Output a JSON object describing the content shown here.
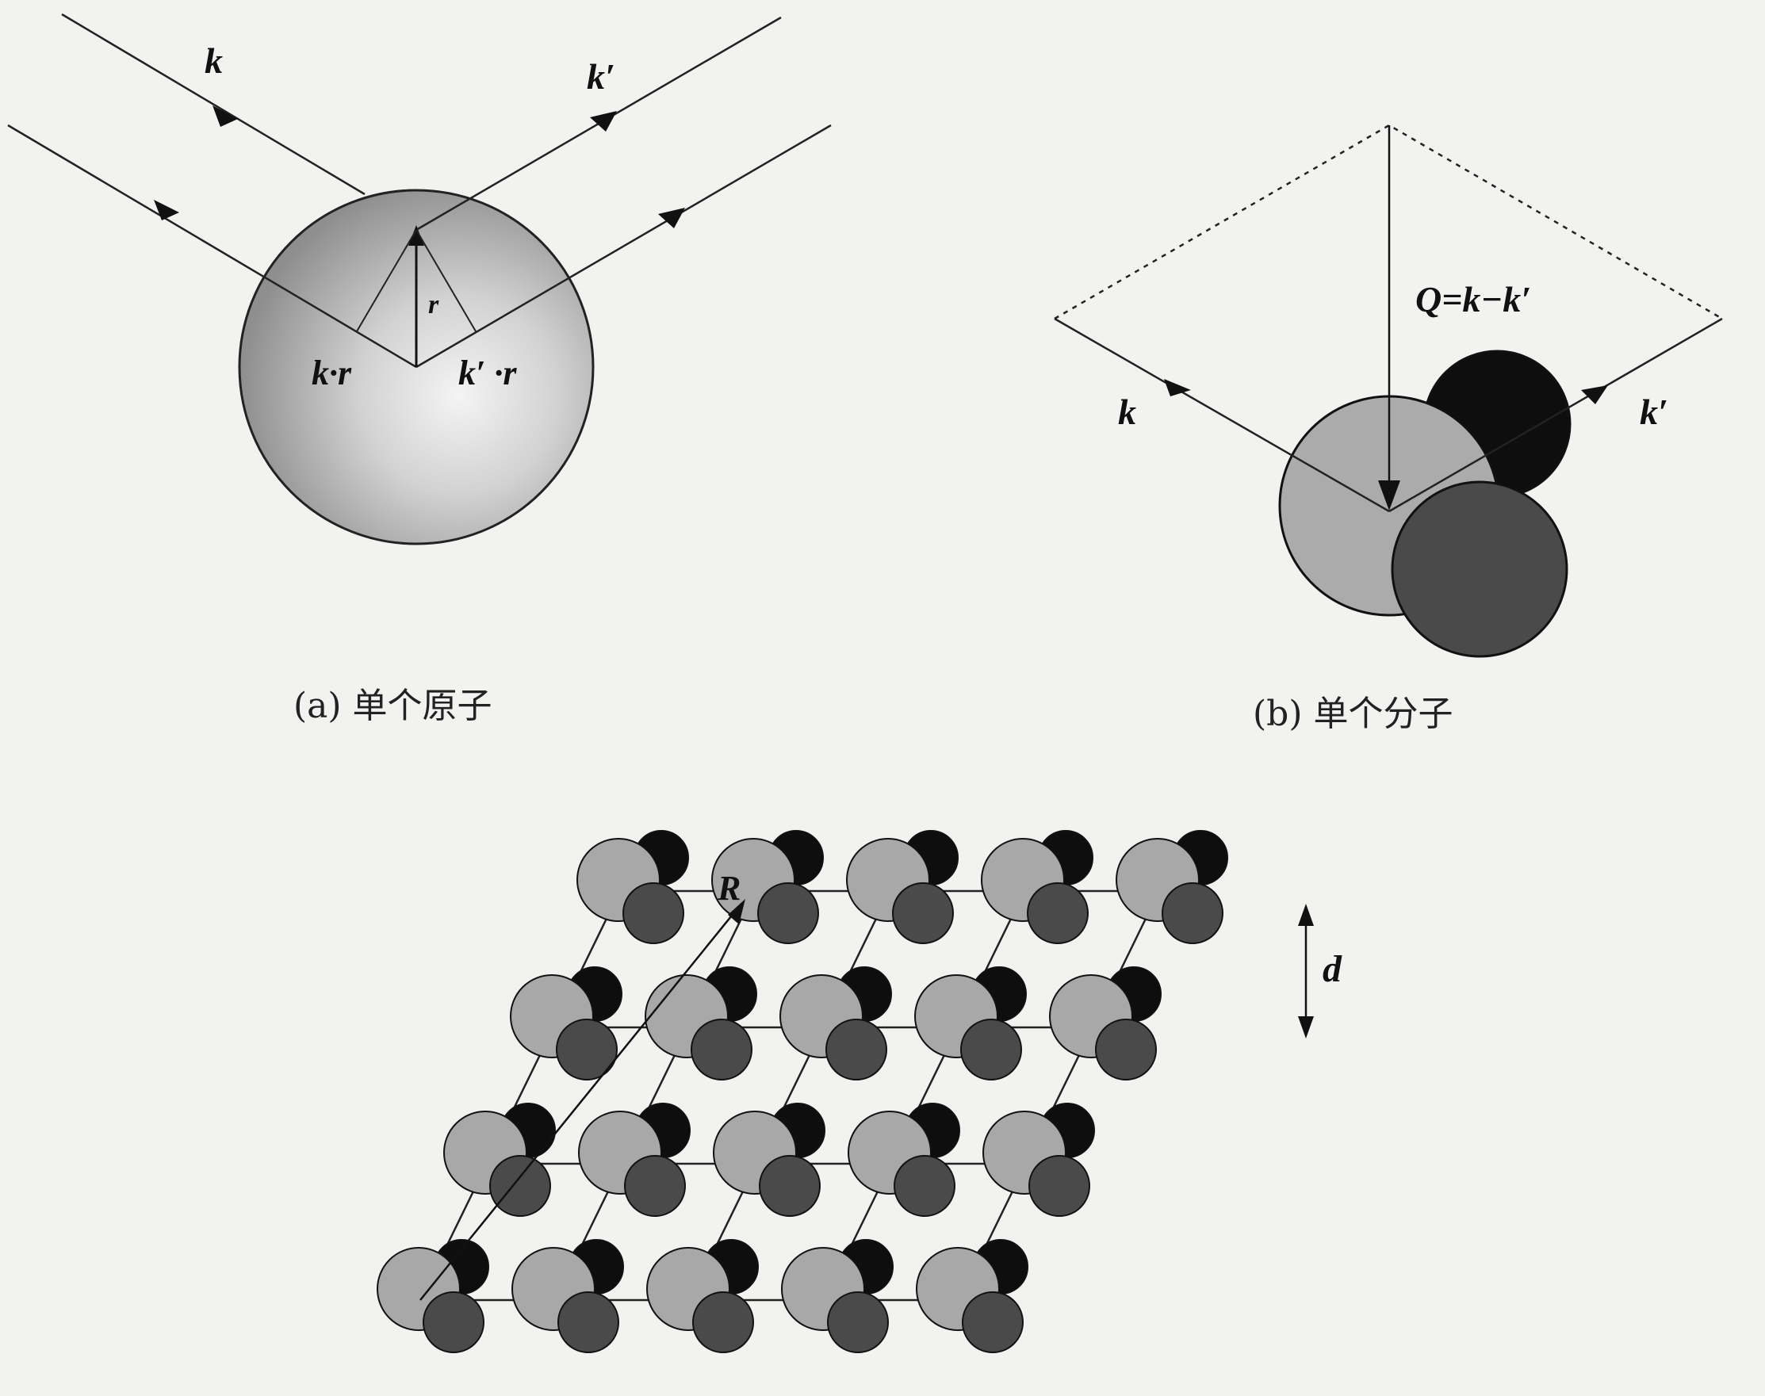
{
  "panel_a": {
    "label_k": "k",
    "label_k_prime": "k′",
    "label_r": "r",
    "label_k_dot_r": "k·r",
    "label_kprime_dot_r": "k′ ·r",
    "caption": "(a) 单个原子"
  },
  "panel_b": {
    "label_Q": "Q=k−k′",
    "label_k": "k",
    "label_k_prime": "k′",
    "caption": "(b) 单个分子"
  },
  "panel_c": {
    "label_R": "R",
    "label_d": "d",
    "rows": 4,
    "columns": 5
  },
  "colors": {
    "background": "#f2f2f0",
    "line": "#222222",
    "atom_light": "#a8a8a8",
    "atom_dark": "#4a4a4a",
    "atom_black": "#0e0e0e"
  }
}
